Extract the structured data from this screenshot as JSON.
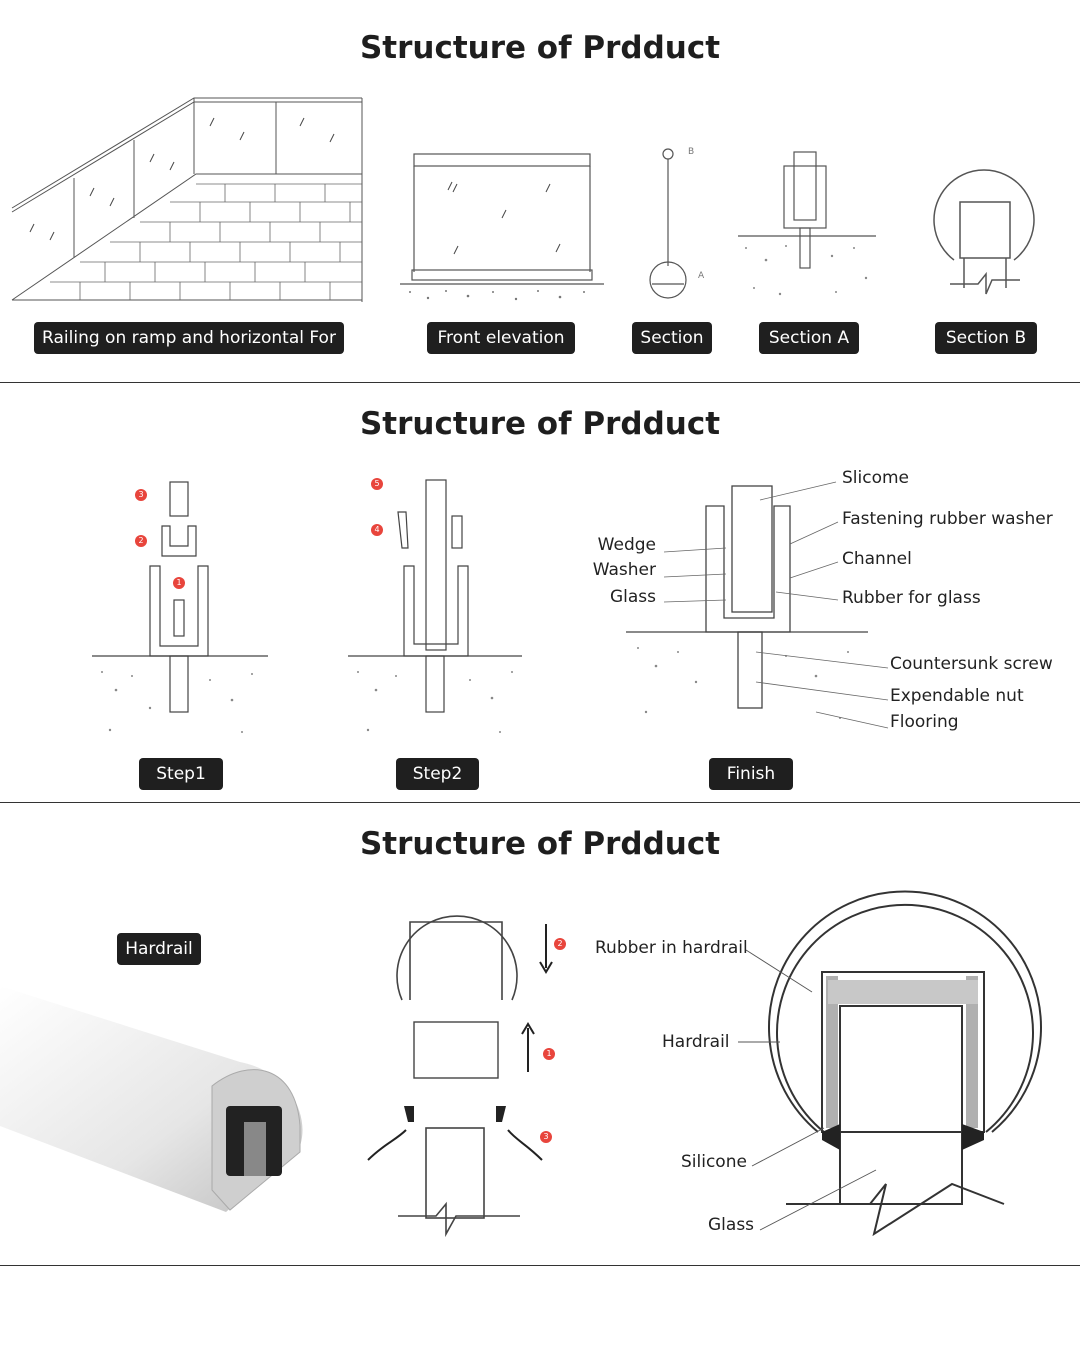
{
  "sections": [
    {
      "title": "Structure of Prdduct",
      "badges": [
        "Railing on ramp and horizontal For",
        "Front elevation",
        "Section",
        "Section A",
        "Section B"
      ]
    },
    {
      "title": "Structure of Prdduct",
      "badges": [
        "Step1",
        "Step2",
        "Finish"
      ],
      "labels_left": [
        "Wedge",
        "Washer",
        "Glass"
      ],
      "labels_right": [
        "Slicome",
        "Fastening rubber washer",
        "Channel",
        "Rubber for glass",
        "Countersunk screw",
        "Expendable nut",
        "Flooring"
      ],
      "step_markers": [
        "1",
        "2",
        "3",
        "4",
        "5"
      ]
    },
    {
      "title": "Structure of Prdduct",
      "badge": "Hardrail",
      "labels": [
        "Rubber in hardrail",
        "Hardrail",
        "Silicone",
        "Glass"
      ],
      "step_markers": [
        "1",
        "2",
        "3"
      ]
    }
  ],
  "section_view_markers": [
    "A",
    "B"
  ],
  "accent_color": "#e8453c"
}
